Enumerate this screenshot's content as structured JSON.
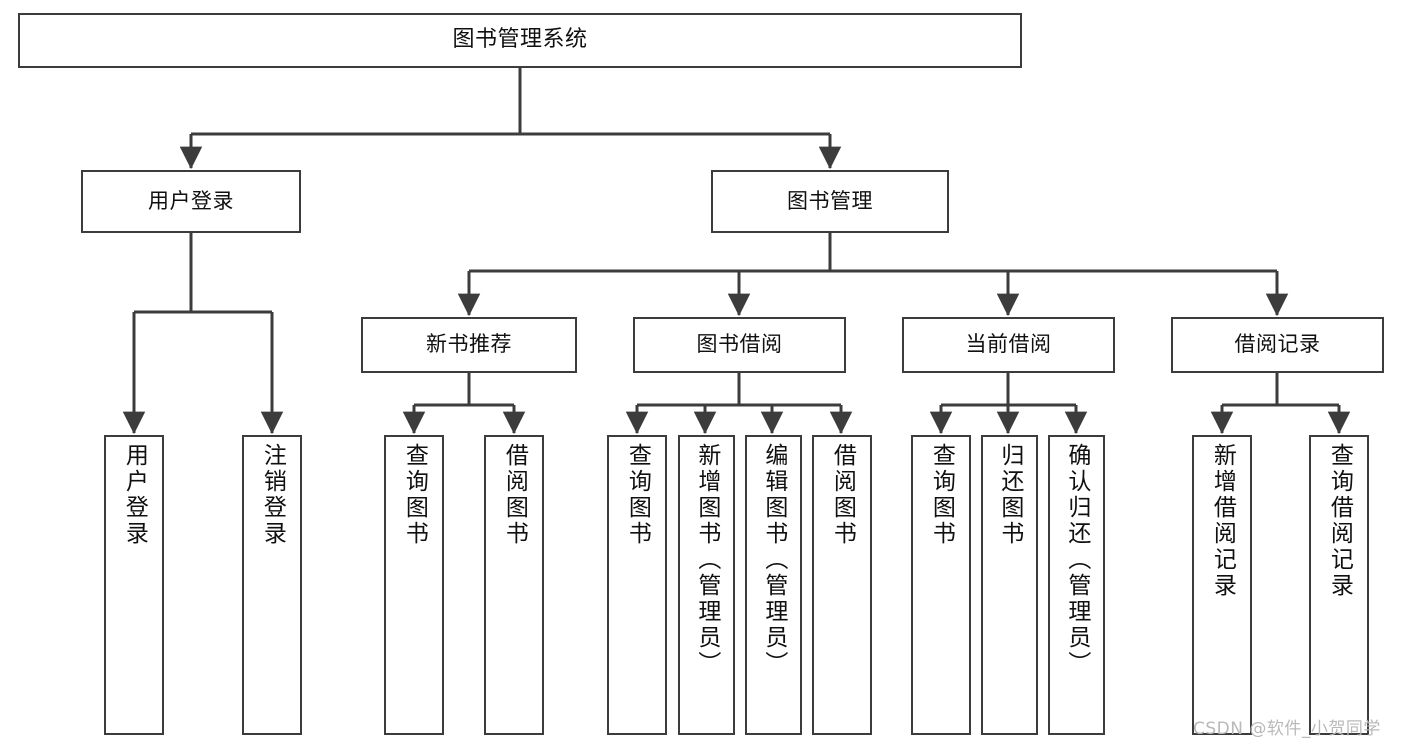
{
  "diagram": {
    "title": "图书管理系统",
    "type": "function-structure-tree",
    "background_color": "#ffffff",
    "line_color": "#3c3c3c",
    "text_color": "#101010",
    "levels": {
      "root": {
        "label": "图书管理系统"
      },
      "level2": [
        {
          "id": "user-login",
          "label": "用户登录"
        },
        {
          "id": "book-management",
          "label": "图书管理"
        }
      ],
      "level3": [
        {
          "id": "new-book-recommend",
          "label": "新书推荐",
          "parent": "book-management"
        },
        {
          "id": "book-borrow",
          "label": "图书借阅",
          "parent": "book-management"
        },
        {
          "id": "current-borrow",
          "label": "当前借阅",
          "parent": "book-management"
        },
        {
          "id": "borrow-record",
          "label": "借阅记录",
          "parent": "book-management"
        }
      ],
      "leaves": [
        {
          "id": "leaf-user-login",
          "label": "用户登录",
          "parent": "user-login"
        },
        {
          "id": "leaf-logout-login",
          "label": "注销登录",
          "parent": "user-login"
        },
        {
          "id": "leaf-query-book-1",
          "label": "查询图书",
          "parent": "new-book-recommend"
        },
        {
          "id": "leaf-borrow-book-1",
          "label": "借阅图书",
          "parent": "new-book-recommend"
        },
        {
          "id": "leaf-query-book-2",
          "label": "查询图书",
          "parent": "book-borrow"
        },
        {
          "id": "leaf-add-book",
          "label": "新增图书（管理员）",
          "parent": "book-borrow"
        },
        {
          "id": "leaf-edit-book",
          "label": "编辑图书（管理员）",
          "parent": "book-borrow"
        },
        {
          "id": "leaf-borrow-book-2",
          "label": "借阅图书",
          "parent": "book-borrow"
        },
        {
          "id": "leaf-query-book-3",
          "label": "查询图书",
          "parent": "current-borrow"
        },
        {
          "id": "leaf-return-book",
          "label": "归还图书",
          "parent": "current-borrow"
        },
        {
          "id": "leaf-confirm-return",
          "label": "确认归还（管理员）",
          "parent": "current-borrow"
        },
        {
          "id": "leaf-add-borrow-record",
          "label": "新增借阅记录",
          "parent": "borrow-record"
        },
        {
          "id": "leaf-query-borrow-record",
          "label": "查询借阅记录",
          "parent": "borrow-record"
        }
      ]
    },
    "watermark": "CSDN @软件_小贺同学"
  }
}
